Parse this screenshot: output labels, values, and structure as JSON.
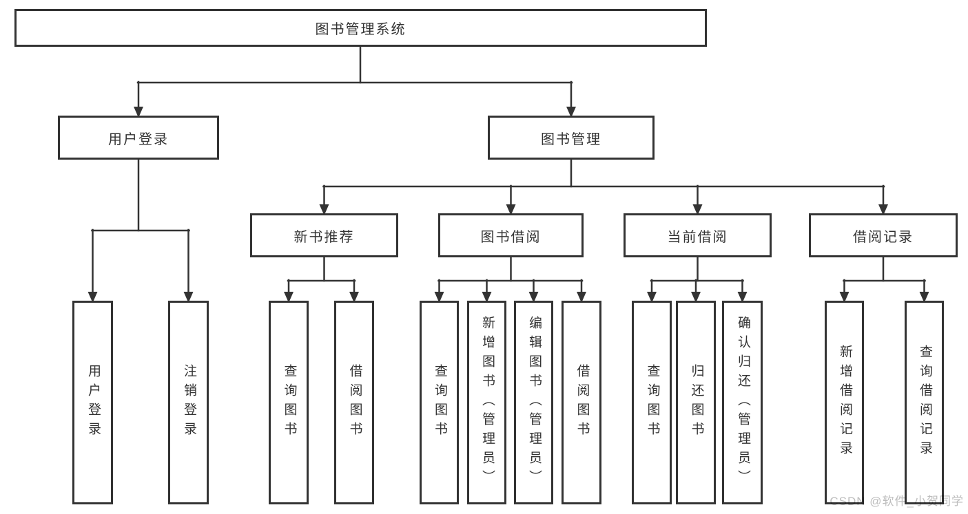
{
  "diagram_type": "hierarchy",
  "colors": {
    "line": "#333333",
    "box_border": "#333333",
    "text": "#333333",
    "watermark": "#bdbdbd",
    "background": "#ffffff"
  },
  "tree": {
    "label": "图书管理系统",
    "children": [
      {
        "label": "用户登录",
        "children": [
          {
            "label": "用户登录"
          },
          {
            "label": "注销登录"
          }
        ]
      },
      {
        "label": "图书管理",
        "children": [
          {
            "label": "新书推荐",
            "children": [
              {
                "label": "查询图书"
              },
              {
                "label": "借阅图书"
              }
            ]
          },
          {
            "label": "图书借阅",
            "children": [
              {
                "label": "查询图书"
              },
              {
                "label": "新增图书（管理员）"
              },
              {
                "label": "编辑图书（管理员）"
              },
              {
                "label": "借阅图书"
              }
            ]
          },
          {
            "label": "当前借阅",
            "children": [
              {
                "label": "查询图书"
              },
              {
                "label": "归还图书"
              },
              {
                "label": "确认归还（管理员）"
              }
            ]
          },
          {
            "label": "借阅记录",
            "children": [
              {
                "label": "新增借阅记录"
              },
              {
                "label": "查询借阅记录"
              }
            ]
          }
        ]
      }
    ]
  },
  "watermark": {
    "text": "CSDN @软件_小贺同学"
  }
}
